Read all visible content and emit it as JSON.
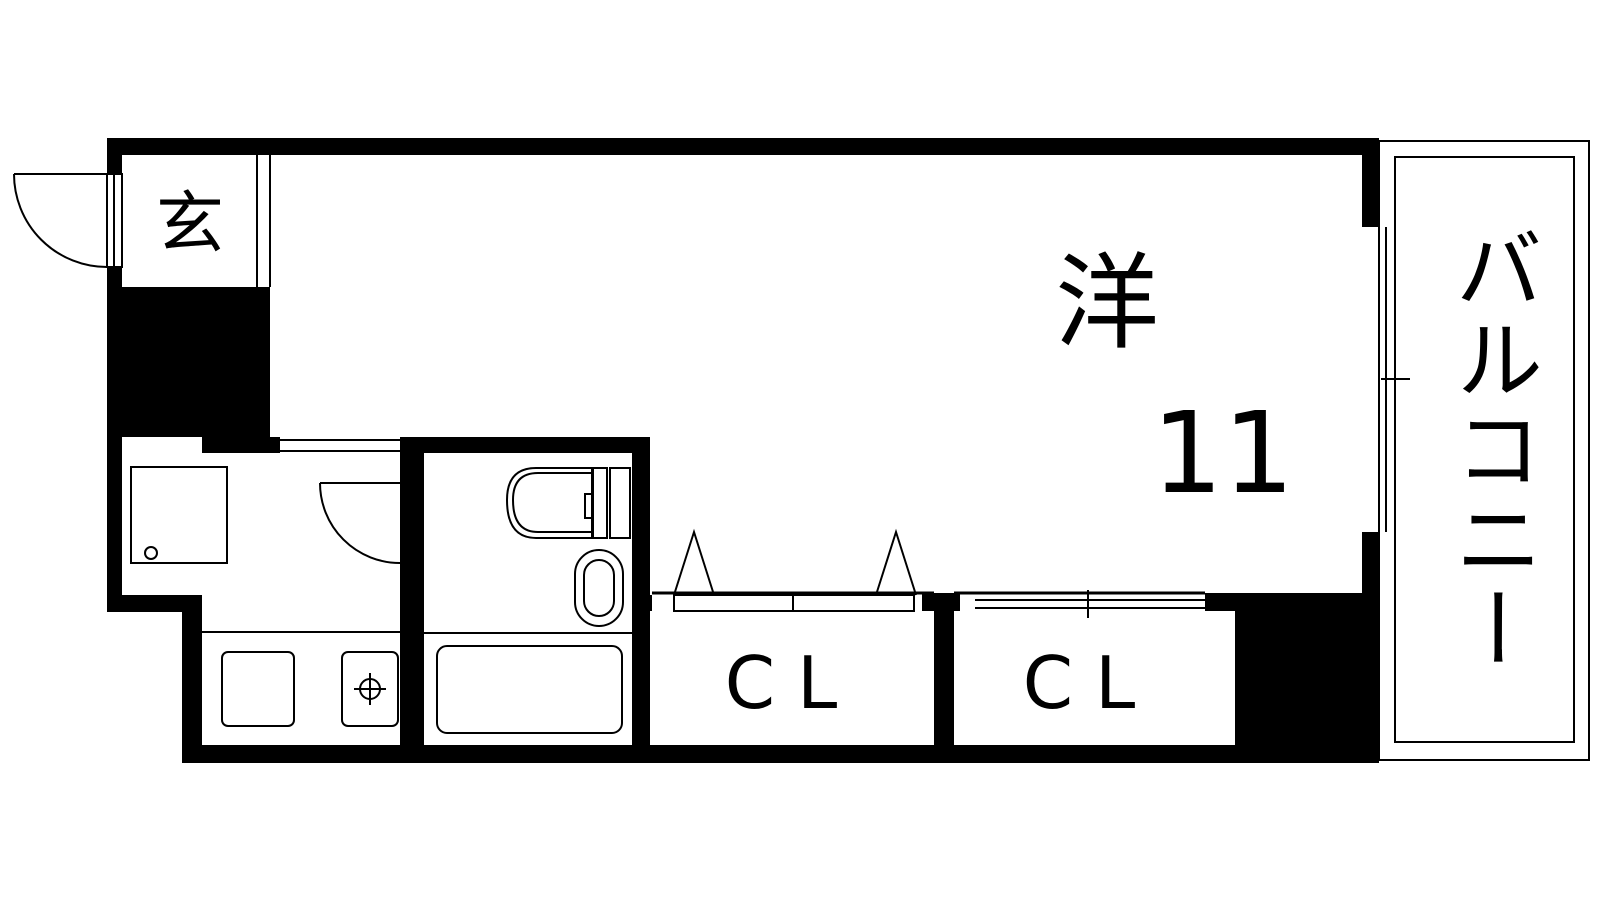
{
  "rooms": {
    "entrance": "玄",
    "western_room": "洋",
    "western_room_size": "11",
    "closet_left": "CL",
    "closet_right": "CL",
    "balcony": "バルコニー"
  },
  "colors": {
    "wall": "#000000",
    "line": "#000000",
    "background": "#ffffff"
  }
}
